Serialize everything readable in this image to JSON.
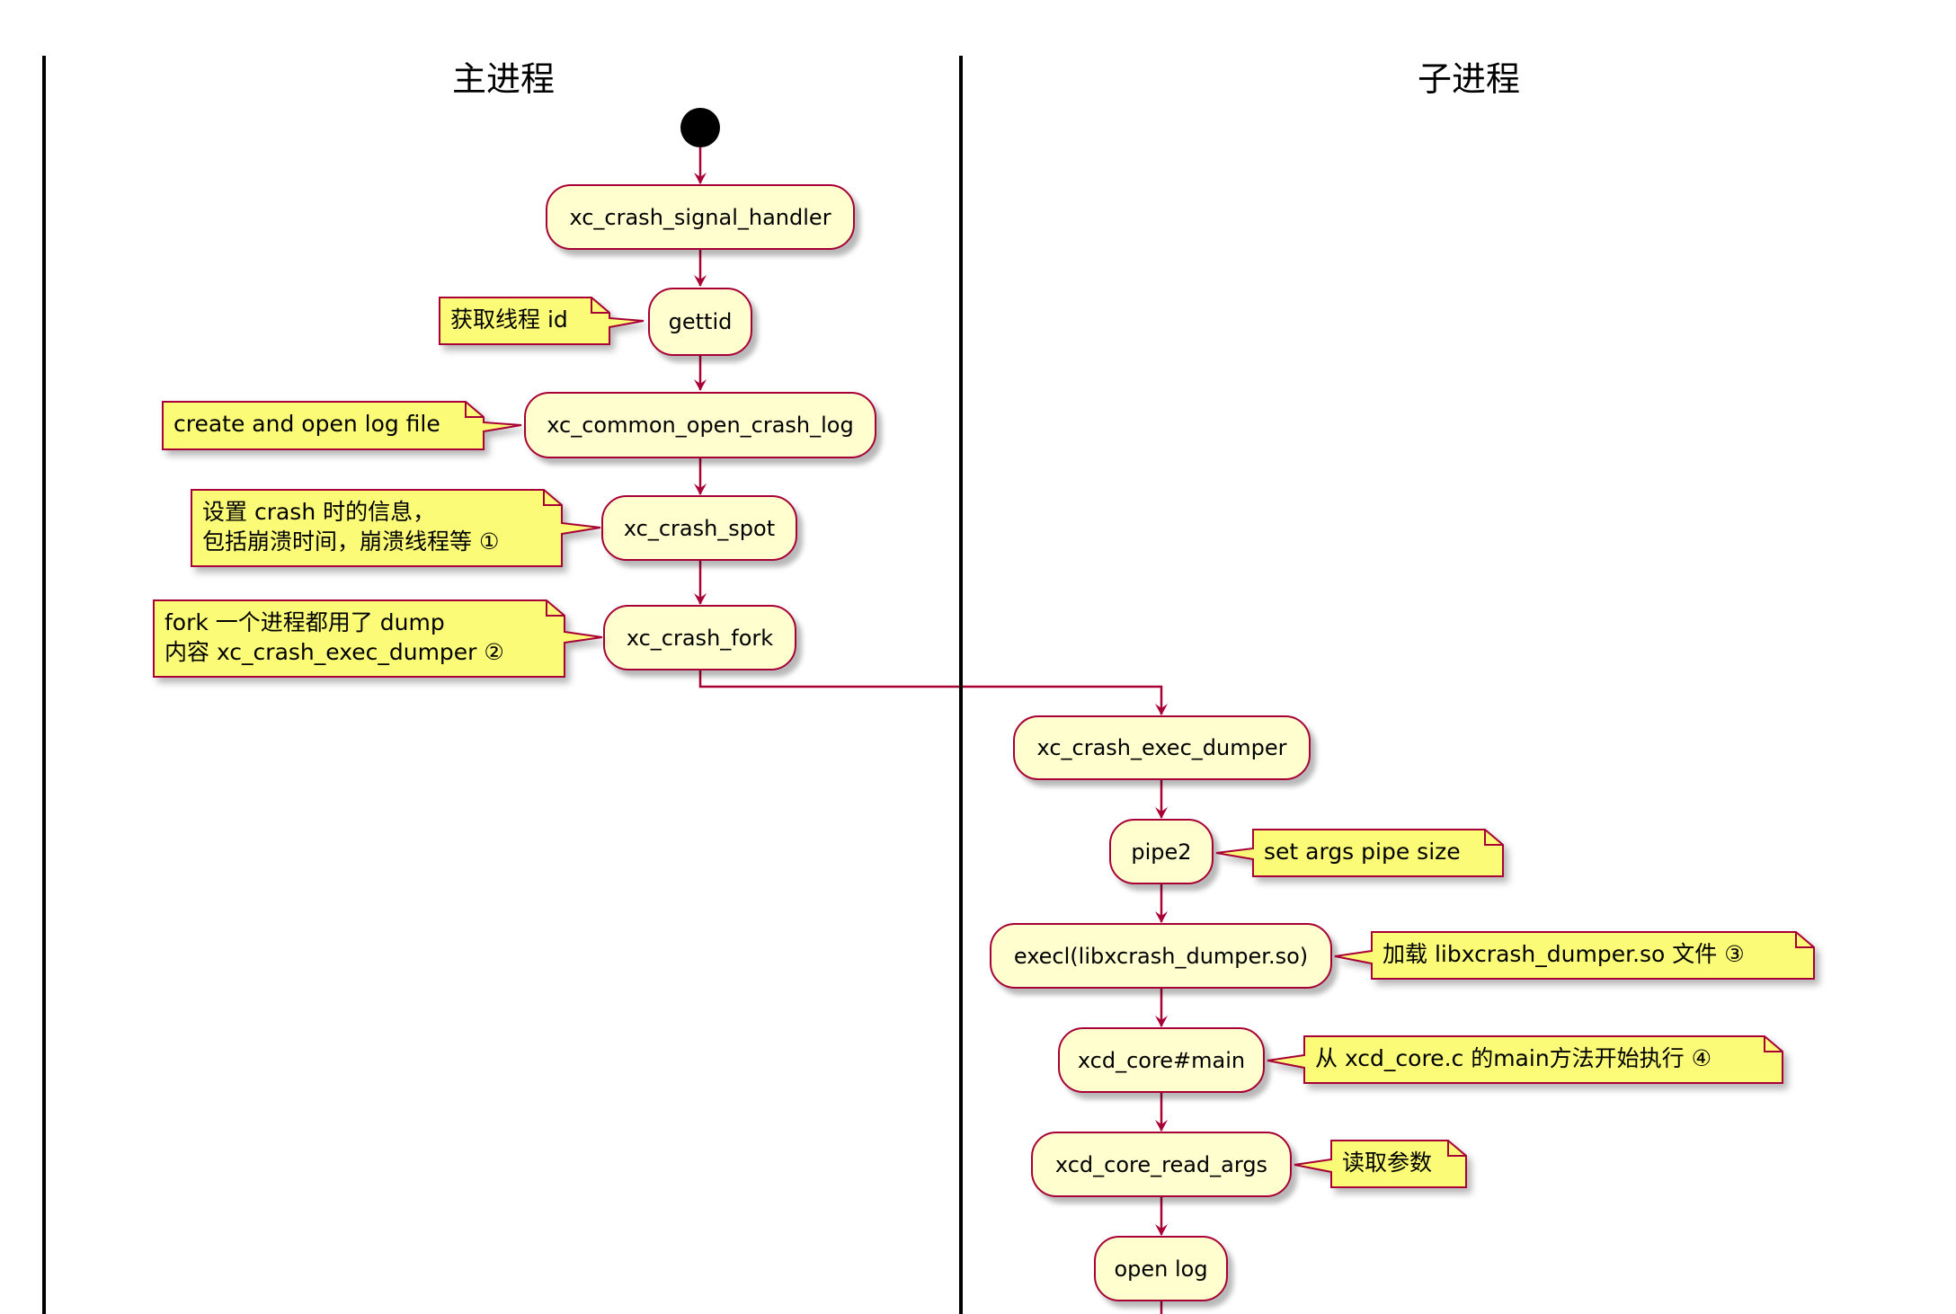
{
  "lanes": {
    "main": "主进程",
    "child": "子进程"
  },
  "actions": {
    "signal_handler": "xc_crash_signal_handler",
    "gettid": "gettid",
    "open_crash_log": "xc_common_open_crash_log",
    "crash_spot": "xc_crash_spot",
    "crash_fork": "xc_crash_fork",
    "exec_dumper": "xc_crash_exec_dumper",
    "pipe2": "pipe2",
    "execl": "execl(libxcrash_dumper.so)",
    "core_main": "xcd_core#main",
    "read_args": "xcd_core_read_args",
    "open_log": "open log"
  },
  "notes": {
    "gettid": [
      "获取线程 id"
    ],
    "open_crash_log": [
      "create and open log file"
    ],
    "crash_spot": [
      "设置 crash 时的信息，",
      "包括崩溃时间，崩溃线程等 ①"
    ],
    "crash_fork": [
      "fork 一个进程都用了 dump",
      "内容 xc_crash_exec_dumper ②"
    ],
    "pipe2": [
      "set args pipe size"
    ],
    "execl": [
      "加载 libxcrash_dumper.so 文件 ③"
    ],
    "core_main": [
      "从 xcd_core.c 的main方法开始执行 ④"
    ],
    "read_args": [
      "读取参数"
    ]
  },
  "colors": {
    "action_fill": "#fefece",
    "border": "#a80036",
    "note_fill": "#fbfb77",
    "lane_line": "#000000"
  }
}
